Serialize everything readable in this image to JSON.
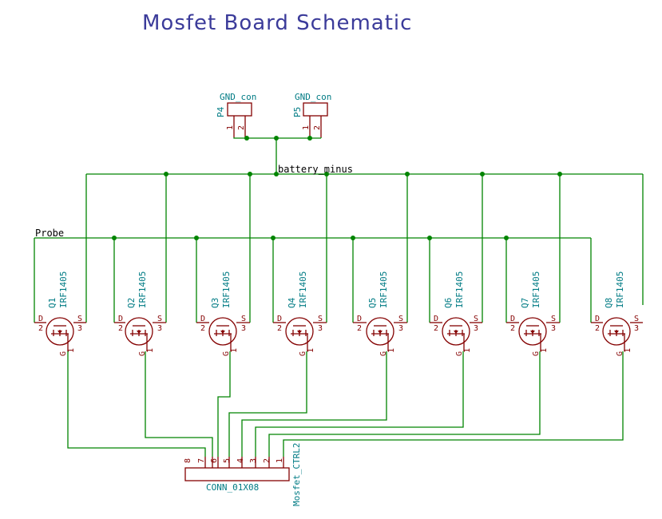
{
  "title": "Mosfet Board Schematic",
  "nets": {
    "battery": "battery_minus",
    "probe": "Probe"
  },
  "gnd_connectors": [
    {
      "ref": "P4",
      "value": "GND_con",
      "pins": [
        "1",
        "2"
      ]
    },
    {
      "ref": "P5",
      "value": "GND_con",
      "pins": [
        "1",
        "2"
      ]
    }
  ],
  "mosfets": [
    {
      "ref": "Q1",
      "value": "IRF1405",
      "d": "D",
      "s": "S",
      "g": "G",
      "p1": "1",
      "p2": "2",
      "p3": "3"
    },
    {
      "ref": "Q2",
      "value": "IRF1405",
      "d": "D",
      "s": "S",
      "g": "G",
      "p1": "1",
      "p2": "2",
      "p3": "3"
    },
    {
      "ref": "Q3",
      "value": "IRF1405",
      "d": "D",
      "s": "S",
      "g": "G",
      "p1": "1",
      "p2": "2",
      "p3": "3"
    },
    {
      "ref": "Q4",
      "value": "IRF1405",
      "d": "D",
      "s": "S",
      "g": "G",
      "p1": "1",
      "p2": "2",
      "p3": "3"
    },
    {
      "ref": "Q5",
      "value": "IRF1405",
      "d": "D",
      "s": "S",
      "g": "G",
      "p1": "1",
      "p2": "2",
      "p3": "3"
    },
    {
      "ref": "Q6",
      "value": "IRF1405",
      "d": "D",
      "s": "S",
      "g": "G",
      "p1": "1",
      "p2": "2",
      "p3": "3"
    },
    {
      "ref": "Q7",
      "value": "IRF1405",
      "d": "D",
      "s": "S",
      "g": "G",
      "p1": "1",
      "p2": "2",
      "p3": "3"
    },
    {
      "ref": "Q8",
      "value": "IRF1405",
      "d": "D",
      "s": "S",
      "g": "G",
      "p1": "1",
      "p2": "2",
      "p3": "3"
    }
  ],
  "connector": {
    "ref": "Mosfet_CTRL2",
    "value": "CONN_01X08",
    "pins": [
      "8",
      "7",
      "6",
      "5",
      "4",
      "3",
      "2",
      "1"
    ]
  },
  "colors": {
    "wire": "#008400",
    "part": "#840000",
    "reference": "#007b84",
    "title": "#3b3b9a"
  }
}
